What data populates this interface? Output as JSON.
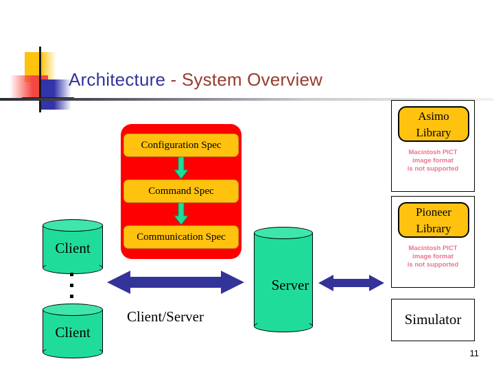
{
  "slide": {
    "title_primary": "Architecture",
    "title_secondary": " - System Overview",
    "page_number": "11"
  },
  "logo": {
    "yellow_hex": "#FFC20E",
    "red_hex": "#F4473F",
    "blue_hex": "#3333AA",
    "line_hex": "#1a1a1a"
  },
  "colors": {
    "title_primary_hex": "#333399",
    "title_secondary_hex": "#973B30",
    "spec_container_hex": "#FF0000",
    "spec_box_hex": "#FFC20E",
    "cylinder_hex": "#20DC9A",
    "cylinder_top_hex": "#3FE6AB",
    "arrow_blue_hex": "#333399",
    "arrow_green_hex": "#20DC9A",
    "pict_note_hex": "#E8768C"
  },
  "spec_stack": {
    "boxes": [
      {
        "label": "Configuration Spec"
      },
      {
        "label": "Command Spec"
      },
      {
        "label": "Communication Spec"
      }
    ],
    "arrows": [
      {
        "name": "configuration-to-command-arrow"
      },
      {
        "name": "command-to-communication-arrow"
      }
    ]
  },
  "nodes": {
    "client_top_label": "Client",
    "client_bottom_label": "Client",
    "server_label": "Server",
    "ellipsis": "⋮",
    "client_server_link_label": "Client/Server"
  },
  "libraries": [
    {
      "name": "asimo",
      "chip_line1": "Asimo",
      "chip_line2": "Library",
      "note_line1": "Macintosh PICT",
      "note_line2": "image format",
      "note_line3": "is not supported"
    },
    {
      "name": "pioneer",
      "chip_line1": "Pioneer",
      "chip_line2": "Library",
      "note_line1": "Macintosh PICT",
      "note_line2": "image format",
      "note_line3": "is not supported"
    }
  ],
  "simulator": {
    "label": "Simulator"
  }
}
